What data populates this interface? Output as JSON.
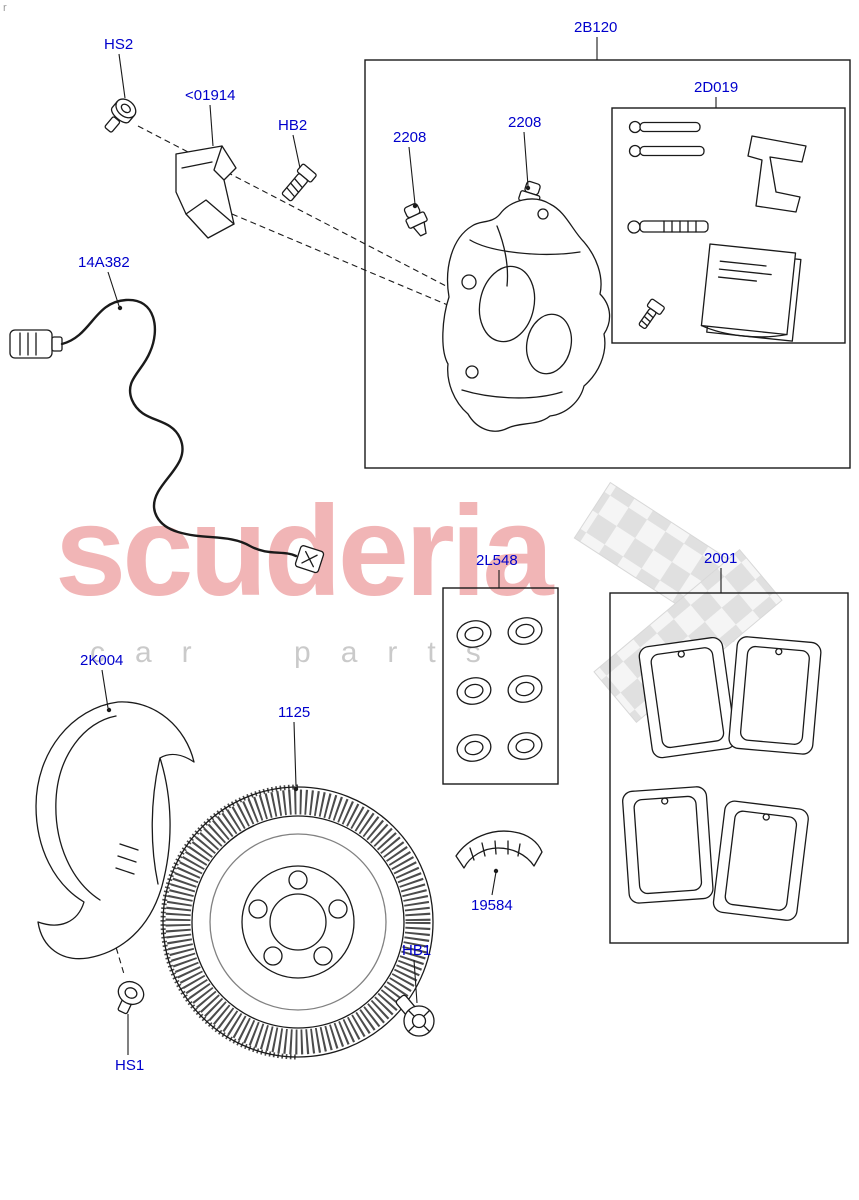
{
  "colors": {
    "label": "#0000cc",
    "line": "#1a1a1a",
    "wm_brand": "#e98486",
    "wm_tagline": "#c8c8c8"
  },
  "watermark": {
    "brand": "scuderia",
    "tagline": "car parts",
    "corner_artifact": "r"
  },
  "labels": [
    {
      "id": "HS2",
      "text": "HS2"
    },
    {
      "id": "01914",
      "text": "<01914"
    },
    {
      "id": "HB2",
      "text": "HB2"
    },
    {
      "id": "2208-left",
      "text": "2208"
    },
    {
      "id": "2208-right",
      "text": "2208"
    },
    {
      "id": "2B120",
      "text": "2B120"
    },
    {
      "id": "2D019",
      "text": "2D019"
    },
    {
      "id": "14A382",
      "text": "14A382"
    },
    {
      "id": "2L548",
      "text": "2L548"
    },
    {
      "id": "2001",
      "text": "2001"
    },
    {
      "id": "2K004",
      "text": "2K004"
    },
    {
      "id": "1125",
      "text": "1125"
    },
    {
      "id": "19584",
      "text": "19584"
    },
    {
      "id": "HB1",
      "text": "HB1"
    },
    {
      "id": "HS1",
      "text": "HS1"
    }
  ]
}
